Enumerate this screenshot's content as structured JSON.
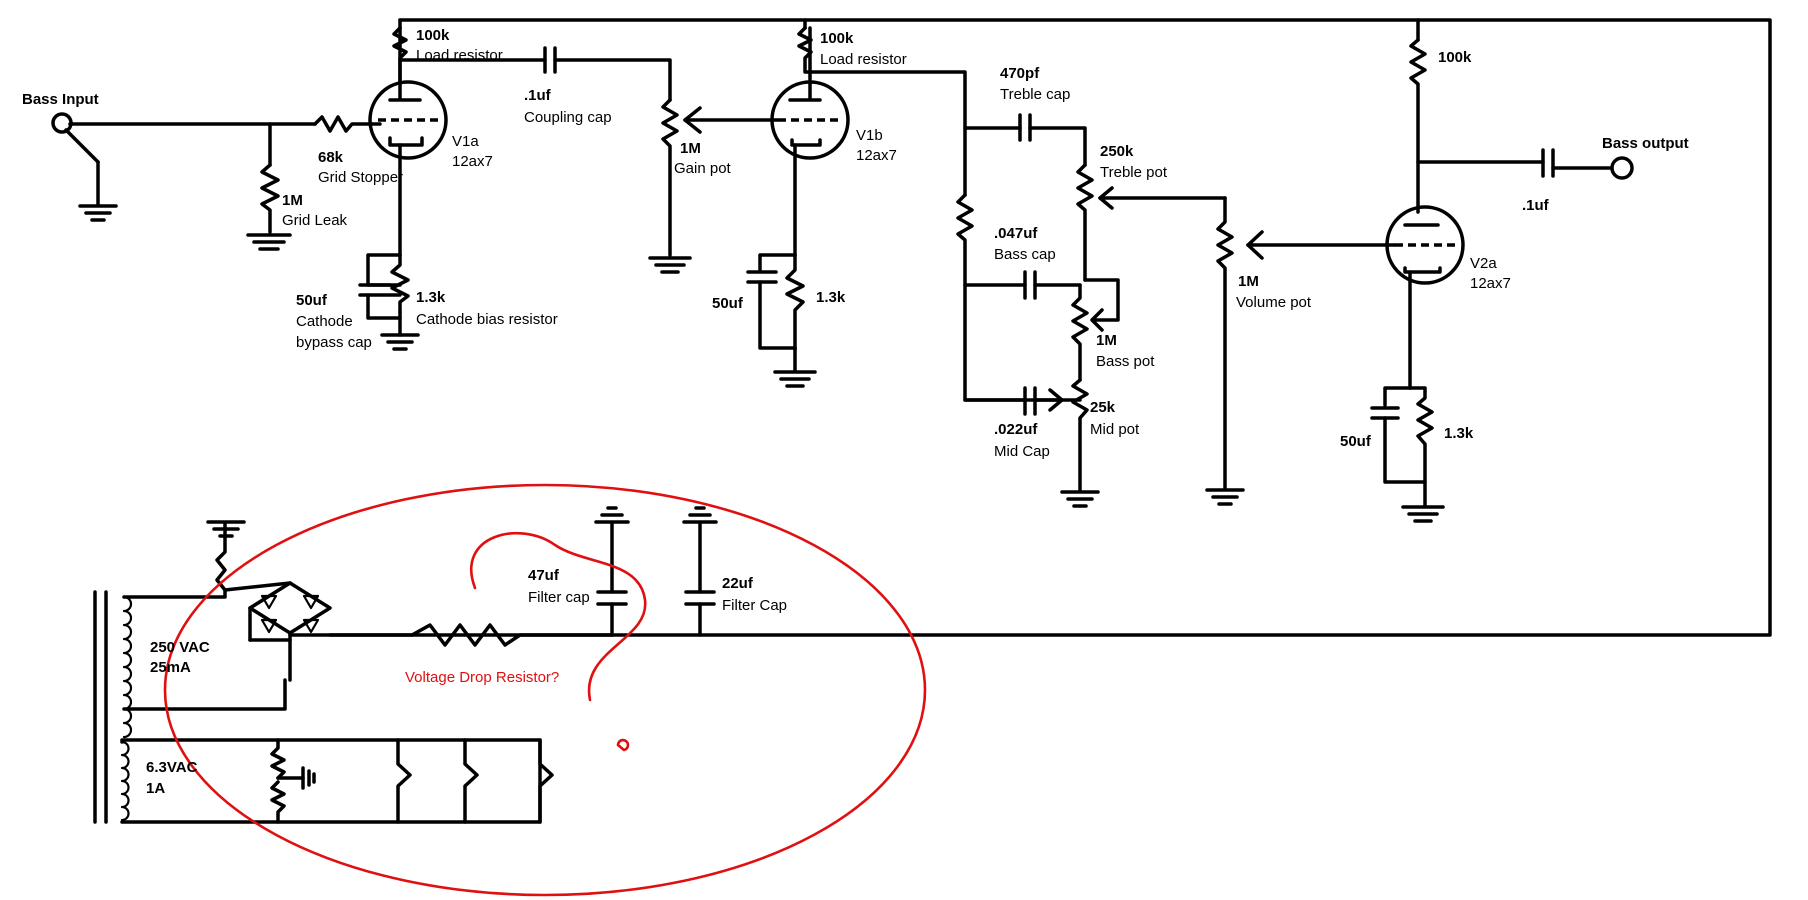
{
  "labels": {
    "bass_input": "Bass Input",
    "bass_output": "Bass output",
    "r_grid_stopper_val": "68k",
    "r_grid_stopper_name": "Grid Stopper",
    "r_grid_leak_val": "1M",
    "r_grid_leak_name": "Grid Leak",
    "r_load1_val": "100k",
    "r_load1_name": "Load resistor",
    "v1a_name": "V1a",
    "v1a_type": "12ax7",
    "c_coupling_val": ".1uf",
    "c_coupling_name": "Coupling cap",
    "c_cathode1_val": "50uf",
    "c_cathode1_name_1": "Cathode",
    "c_cathode1_name_2": "bypass cap",
    "r_cathode1_val": "1.3k",
    "r_cathode1_name": "Cathode bias resistor",
    "p_gain_val": "1M",
    "p_gain_name": "Gain pot",
    "r_load2_val": "100k",
    "r_load2_name": "Load resistor",
    "v1b_name": "V1b",
    "v1b_type": "12ax7",
    "c_cathode2_val": "50uf",
    "r_cathode2_val": "1.3k",
    "c_treble_val": "470pf",
    "c_treble_name": "Treble cap",
    "p_treble_val": "250k",
    "p_treble_name": "Treble pot",
    "c_bass_val": ".047uf",
    "c_bass_name": "Bass cap",
    "p_bass_val": "1M",
    "p_bass_name": "Bass pot",
    "c_mid_val": ".022uf",
    "c_mid_name": "Mid Cap",
    "p_mid_val": "25k",
    "p_mid_name": "Mid pot",
    "p_volume_val": "1M",
    "p_volume_name": "Volume pot",
    "r_load3_val": "100k",
    "c_out_val": ".1uf",
    "v2a_name": "V2a",
    "v2a_type": "12ax7",
    "c_cathode3_val": "50uf",
    "r_cathode3_val": "1.3k",
    "c_filter1_val": "47uf",
    "c_filter1_name": "Filter cap",
    "c_filter2_val": "22uf",
    "c_filter2_name": "Filter Cap",
    "xfmr_hv_1": "250 VAC",
    "xfmr_hv_2": "25mA",
    "xfmr_heater_1": "6.3VAC",
    "xfmr_heater_2": "1A",
    "note_drop_resistor": "Voltage Drop Resistor?"
  },
  "colors": {
    "ink": "#000000",
    "annotation": "#e01010",
    "background": "#ffffff"
  }
}
